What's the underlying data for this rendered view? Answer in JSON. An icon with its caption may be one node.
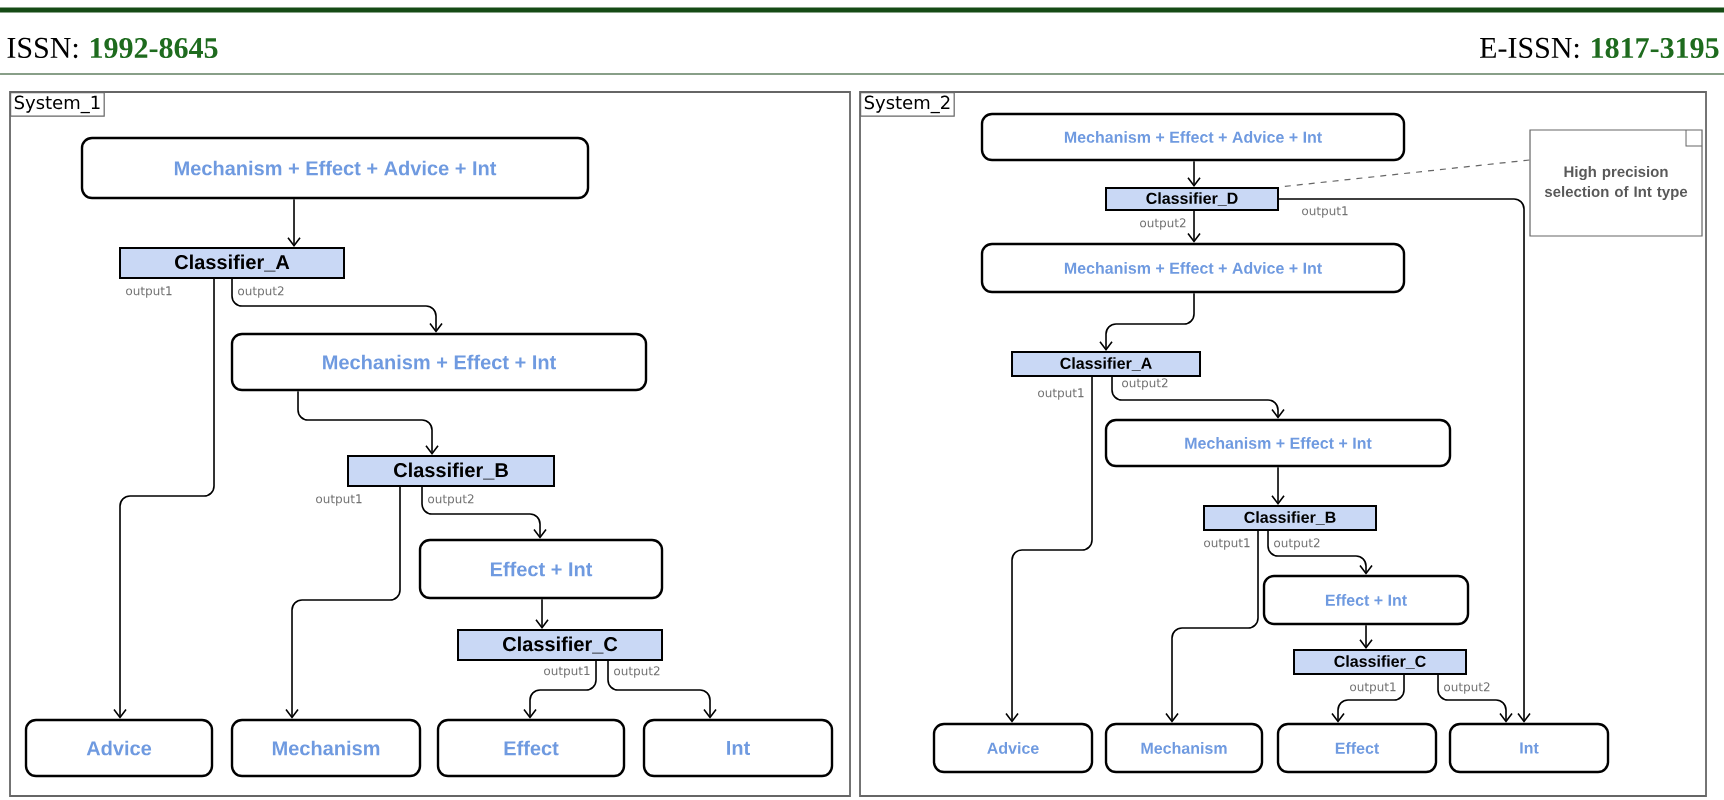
{
  "diagram": {
    "nodes": [
      {
        "text": [
          "System_1"
        ]
      },
      {
        "text": [
          "Mechanism + Effect + Advice + Int"
        ],
        "in": 0
      },
      {
        "text": [
          "Classifier_A"
        ],
        "in": 0
      },
      {
        "text": [
          "Mechanism + Effect + Int"
        ],
        "in": 0
      },
      {
        "text": [
          "Classifier_B"
        ],
        "in": 0
      },
      {
        "text": [
          "Effect + Int"
        ],
        "in": 0
      },
      {
        "text": [
          "Classifier_C"
        ],
        "in": 0
      },
      {
        "text": [
          "Advice"
        ],
        "in": 0
      },
      {
        "text": [
          "Mechanism"
        ],
        "in": 0
      },
      {
        "text": [
          "Effect"
        ],
        "in": 0
      },
      {
        "text": [
          "Int"
        ],
        "in": 0
      },
      {
        "text": [
          "System_2"
        ]
      },
      {
        "text": [
          "Mechanism + Effect + Advice + Int"
        ],
        "in": 11
      },
      {
        "text": [
          "Classifier_D"
        ],
        "in": 11
      },
      {
        "text": [
          "Mechanism + Effect + Advice + Int"
        ],
        "in": 11
      },
      {
        "text": [
          "Classifier_A"
        ],
        "in": 11
      },
      {
        "text": [
          "Mechanism + Effect + Int"
        ],
        "in": 11
      },
      {
        "text": [
          "Classifier_B"
        ],
        "in": 11
      },
      {
        "text": [
          "Effect + Int"
        ],
        "in": 11
      },
      {
        "text": [
          "Classifier_C"
        ],
        "in": 11
      },
      {
        "text": [
          "Advice"
        ],
        "in": 11
      },
      {
        "text": [
          "Mechanism"
        ],
        "in": 11
      },
      {
        "text": [
          "Effect"
        ],
        "in": 11
      },
      {
        "text": [
          "Int"
        ],
        "in": 11
      },
      {
        "text": [
          "High precision selection of Int type"
        ],
        "in": 11
      }
    ],
    "edges": [
      {
        "from": 1,
        "to": 2,
        "arrow": "to"
      },
      {
        "from": 2,
        "to": 7,
        "arrow": "to",
        "label": "output1"
      },
      {
        "from": 2,
        "to": 3,
        "arrow": "to",
        "label": "output2"
      },
      {
        "from": 3,
        "to": 4,
        "arrow": "to"
      },
      {
        "from": 4,
        "to": 8,
        "arrow": "to",
        "label": "output1"
      },
      {
        "from": 4,
        "to": 5,
        "arrow": "to",
        "label": "output2"
      },
      {
        "from": 5,
        "to": 6,
        "arrow": "to"
      },
      {
        "from": 6,
        "to": 9,
        "arrow": "to",
        "label": "output1"
      },
      {
        "from": 6,
        "to": 10,
        "arrow": "to",
        "label": "output2"
      },
      {
        "from": 12,
        "to": 13,
        "arrow": "to"
      },
      {
        "from": 13,
        "to": 23,
        "arrow": "to",
        "label": "output1"
      },
      {
        "from": 13,
        "to": 14,
        "arrow": "to",
        "label": "output2"
      },
      {
        "from": 14,
        "to": 15,
        "arrow": "to"
      },
      {
        "from": 15,
        "to": 20,
        "arrow": "to",
        "label": "output1"
      },
      {
        "from": 15,
        "to": 16,
        "arrow": "to",
        "label": "output2"
      },
      {
        "from": 16,
        "to": 17,
        "arrow": "to"
      },
      {
        "from": 17,
        "to": 21,
        "arrow": "to",
        "label": "output1"
      },
      {
        "from": 17,
        "to": 18,
        "arrow": "to",
        "label": "output2"
      },
      {
        "from": 18,
        "to": 19,
        "arrow": "to"
      },
      {
        "from": 19,
        "to": 22,
        "arrow": "to",
        "label": "output1"
      },
      {
        "from": 19,
        "to": 23,
        "arrow": "to",
        "label": "output2"
      },
      {
        "from": 24,
        "to": 13,
        "arrow": "none",
        "style": "dashed",
        "color": "#666666"
      }
    ],
    "labels": [
      "ISSN:",
      "1992-8645",
      "E-ISSN:",
      "1817-3195"
    ]
  }
}
